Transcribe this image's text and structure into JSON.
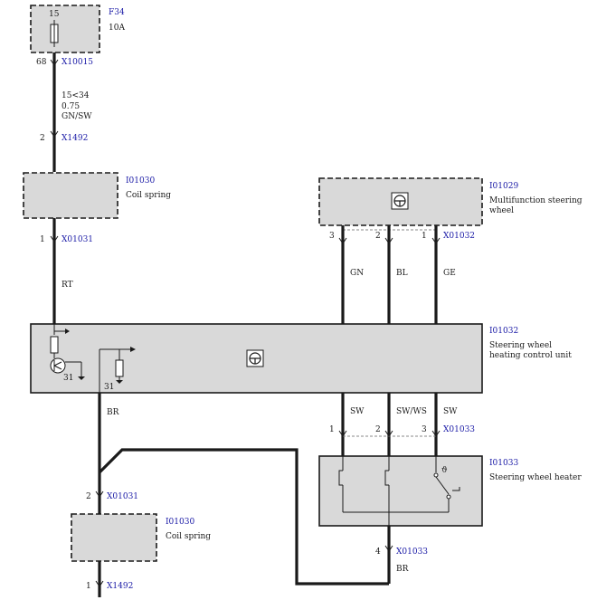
{
  "fuse": {
    "id": "F34",
    "rating": "10A",
    "pin_top": "15"
  },
  "conn_x10015": {
    "id": "X10015",
    "pin": "68"
  },
  "wire_1": {
    "terminal": "15<34",
    "gauge": "0.75",
    "color": "GN/SW"
  },
  "conn_x1492_top": {
    "id": "X1492",
    "pin": "2"
  },
  "coil_spring_top": {
    "id": "I01030",
    "label": "Coil spring"
  },
  "conn_x01031_top": {
    "id": "X01031",
    "pin": "1"
  },
  "wire_rt": {
    "color": "RT"
  },
  "mfsw": {
    "id": "I01029",
    "label_line1": "Multifunction steering",
    "label_line2": "wheel"
  },
  "conn_x01032": {
    "id": "X01032",
    "pins": [
      "3",
      "2",
      "1"
    ]
  },
  "wires_mfsw": [
    "GN",
    "BL",
    "GE"
  ],
  "control_unit": {
    "id": "I01032",
    "label_line1": "Steering wheel",
    "label_line2": "heating control unit",
    "ground_1": "31",
    "ground_2": "31"
  },
  "wire_br_left": {
    "color": "BR"
  },
  "wires_heater": [
    "SW",
    "SW/WS",
    "SW"
  ],
  "conn_x01033_top": {
    "id": "X01033",
    "pins": [
      "1",
      "2",
      "3"
    ]
  },
  "heater": {
    "id": "I01033",
    "label": "Steering wheel heater",
    "theta": "ϑ"
  },
  "conn_x01031_bottom": {
    "id": "X01031",
    "pin": "2"
  },
  "coil_spring_bottom": {
    "id": "I01030",
    "label": "Coil spring"
  },
  "conn_x1492_bottom": {
    "id": "X1492",
    "pin": "1"
  },
  "conn_x01033_bottom": {
    "id": "X01033",
    "pin": "4"
  },
  "wire_br_bottom": {
    "color": "BR"
  }
}
